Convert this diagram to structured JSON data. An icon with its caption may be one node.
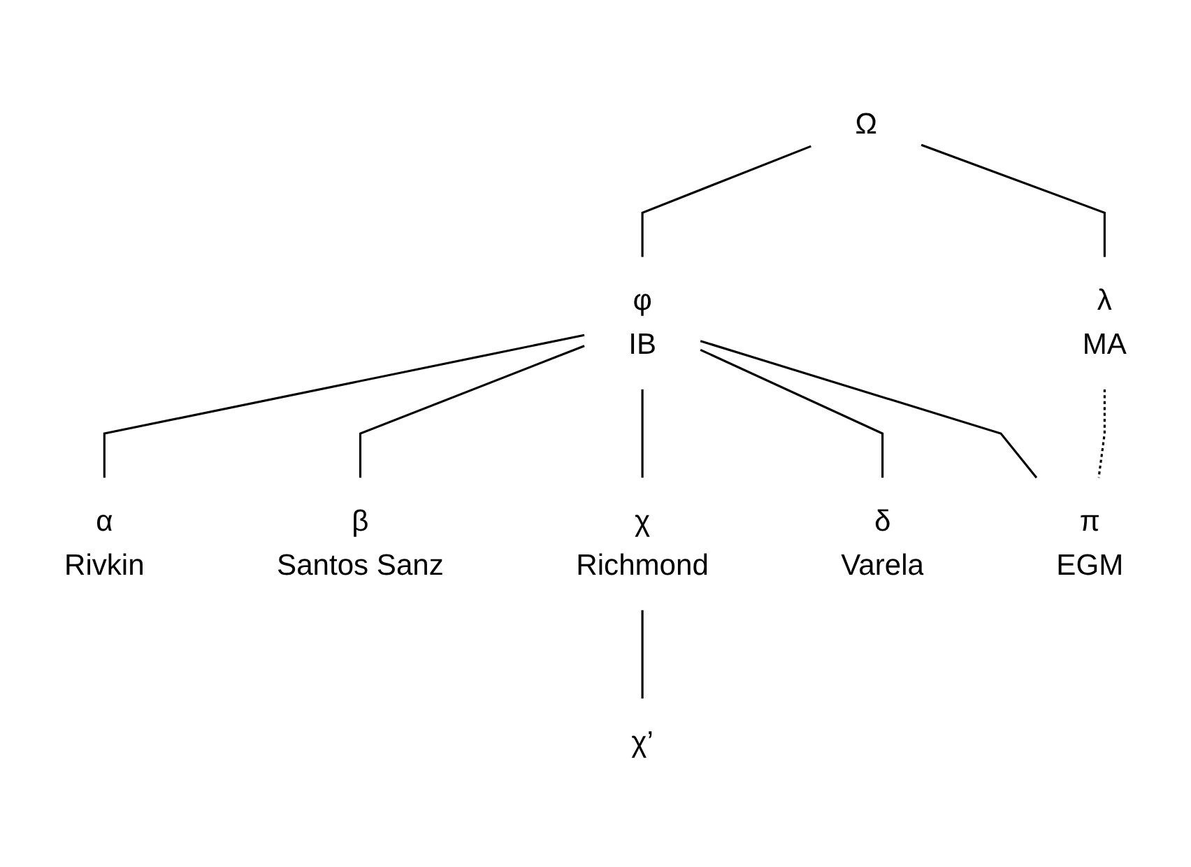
{
  "diagram": {
    "nodes": [
      {
        "text": [
          "Ω"
        ]
      },
      {
        "text": [
          "φ",
          "IB"
        ]
      },
      {
        "text": [
          "λ",
          "MA"
        ]
      },
      {
        "text": [
          "α",
          "Rivkin"
        ]
      },
      {
        "text": [
          "β",
          "Santos Sanz"
        ]
      },
      {
        "text": [
          "χ",
          "Richmond"
        ]
      },
      {
        "text": [
          "δ",
          "Varela"
        ]
      },
      {
        "text": [
          "π",
          "EGM"
        ]
      },
      {
        "text": [
          "χ’"
        ]
      }
    ],
    "edges": [
      {
        "from": 0,
        "to": 1,
        "arrow": "none"
      },
      {
        "from": 0,
        "to": 2,
        "arrow": "none"
      },
      {
        "from": 1,
        "to": 3,
        "arrow": "none"
      },
      {
        "from": 1,
        "to": 4,
        "arrow": "none"
      },
      {
        "from": 1,
        "to": 5,
        "arrow": "none"
      },
      {
        "from": 1,
        "to": 6,
        "arrow": "none"
      },
      {
        "from": 1,
        "to": 7,
        "arrow": "none"
      },
      {
        "from": 2,
        "to": 7,
        "arrow": "none",
        "style": "dashed"
      },
      {
        "from": 5,
        "to": 8,
        "arrow": "none"
      }
    ]
  }
}
